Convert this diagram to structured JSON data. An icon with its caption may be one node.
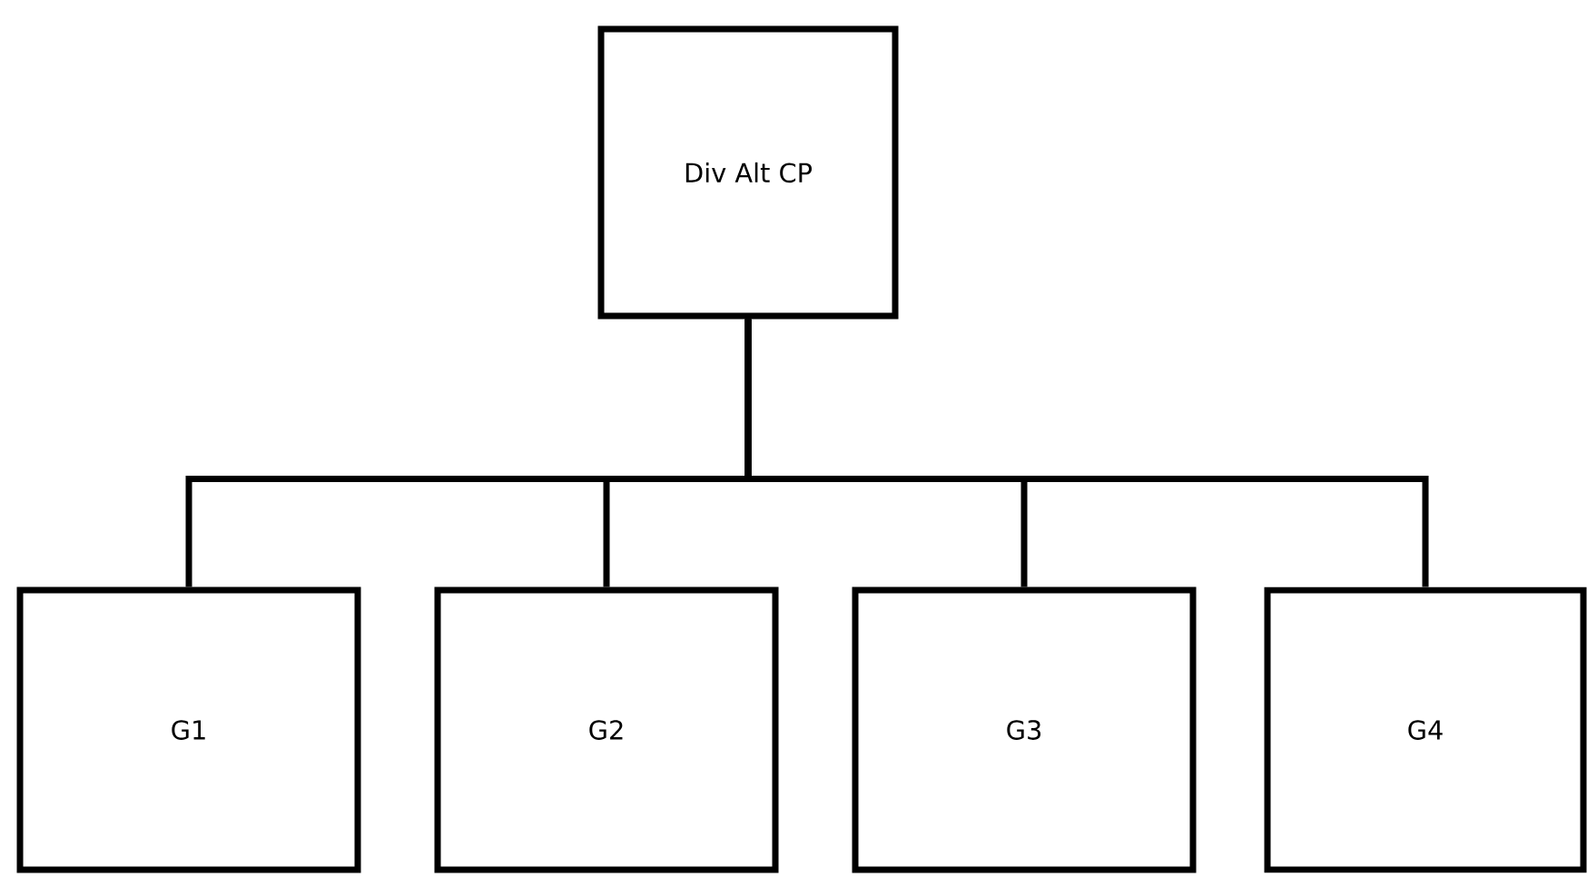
{
  "diagram": {
    "nodes": [
      {
        "text": [
          "Div Alt CP"
        ]
      },
      {
        "text": [
          "G1"
        ]
      },
      {
        "text": [
          "G2"
        ]
      },
      {
        "text": [
          "G3"
        ]
      },
      {
        "text": [
          "G4"
        ]
      }
    ],
    "edges": [
      {
        "from": 0,
        "to": 1,
        "arrow": "none"
      },
      {
        "from": 0,
        "to": 2,
        "arrow": "none"
      },
      {
        "from": 0,
        "to": 3,
        "arrow": "none"
      },
      {
        "from": 0,
        "to": 4,
        "arrow": "none"
      }
    ]
  }
}
